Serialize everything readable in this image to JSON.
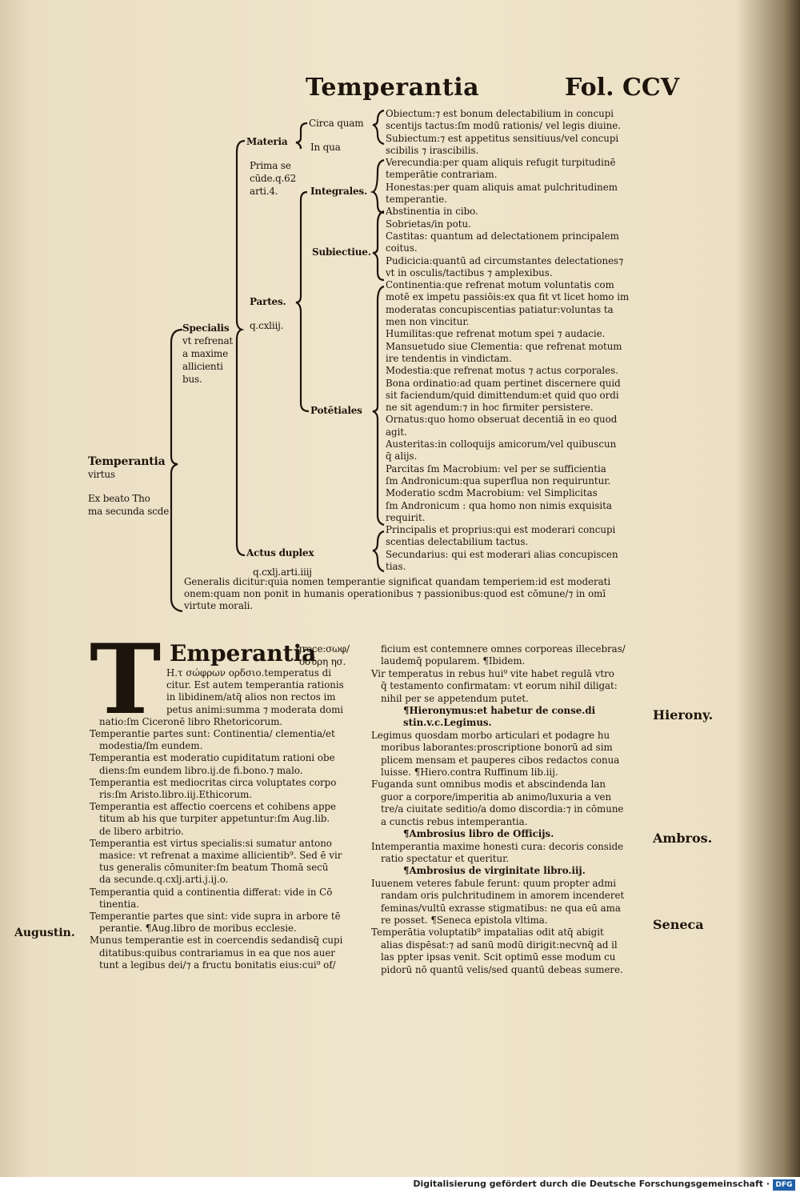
{
  "header": {
    "title": "Temperantia",
    "folio": "Fol. CCV"
  },
  "tree": {
    "root": [
      "Temperantia",
      "virtus",
      "Ex beato Tho",
      "ma secunda scde"
    ],
    "specialis": [
      "Specialis",
      "vt refrenat",
      "a maxime",
      "allicienti",
      "bus."
    ],
    "materia": "Materia",
    "circa_quam": "Circa quam",
    "in_qua": "In qua",
    "prima": [
      "Prima se",
      "cūde.q.62",
      "arti.4."
    ],
    "partes": "Partes.",
    "partes_ref": "q.cxliij.",
    "integrales": "Integrales.",
    "subiectiue": "Subiectiue.",
    "potentiales": "Potētiales",
    "actus": "Actus duplex",
    "actus_ref": "q.cxlj.arti.iiij"
  },
  "right_lines": [
    "Obiectum:⁊ est bonum delectabilium in concupi",
    "scentijs tactus:ſm modū rationis/ vel legis diuine.",
    "Subiectum:⁊ est appetitus sensitiuus/vel concupi",
    "scibilis ⁊ irascibilis.",
    "Verecundia:per quam aliquis refugit turpitudinē",
    "temperātie contrariam.",
    "Honestas:per quam aliquis amat pulchritudinem",
    "temperantie.",
    "Abstinentia in cibo.",
    "Sobrietas/in potu.",
    "Castitas: quantum ad delectationem principalem",
    "coitus.",
    "Pudicicia:quantū ad circumstantes delectationes⁊",
    "vt in osculis/tactibus ⁊ amplexibus.",
    "Continentia:que refrenat motum voluntatis com",
    "motē ex impetu passiōis:ex qua fit vt licet homo im",
    "moderatas concupiscentias patiatur:voluntas ta",
    "men non vincitur.",
    "Humilitas:que refrenat motum spei ⁊ audacie.",
    "Mansuetudo siue Clementia: que refrenat motum",
    "ire tendentis in vindictam.",
    "Modestia:que refrenat motus ⁊ actus corporales.",
    "Bona ordinatio:ad quam pertinet discernere quid",
    "sit faciendum/quid dimittendum:et quid quo ordi",
    "ne sit agendum:⁊ in hoc firmiter persistere.",
    "Ornatus:quo homo obseruat decentiā in eo quod",
    "agit.",
    "Austeritas:in colloquijs amicorum/vel quibuscun",
    "q̄ alijs.",
    "Parcitas ſm Macrobium: vel per se sufficientia",
    "ſm Andronicum:qua superflua non requiruntur.",
    "Moderatio scdm Macrobium: vel Simplicitas",
    "ſm Andronicum : qua homo non nimis exquisita",
    "requirit.",
    "Principalis et proprius:qui est moderari concupi",
    "scentias delectabilium tactus.",
    "Secundarius: qui est moderari alias concupiscen",
    "tias."
  ],
  "generalis": [
    "Generalis dicitur:quia nomen temperantie significat quandam temperiem:id est moderati",
    "onem:quam non ponit in humanis operationibus ⁊ passionibus:quod est cōmune/⁊ in omī",
    "virtute morali."
  ],
  "body": {
    "initial": "T",
    "heading": "Emperantia",
    "greek": [
      "grece:σωφ/",
      "οσύρη ησ."
    ],
    "left_lines": [
      "Η.τ σώφρων ορδσιο.temperatus di",
      "citur. Est autem temperantia rationis",
      "in libidinem/atq̄ alios non rectos im",
      "petus animi:summa ⁊ moderata domi",
      "natio:ſm Ciceronē libro Rhetoricorum.",
      "Temperantie partes sunt: Continentia/ clementia/et",
      "modestia/ſm eundem.",
      "Temperantia est moderatio cupiditatum rationi obe",
      "diens:ſm eundem libro.ij.de fi.bono.⁊ malo.",
      "Temperantia est mediocritas circa voluptates corpo",
      "ris:ſm Aristo.libro.iij.Ethicorum.",
      "Temperantia est affectio coercens et cohibens appe",
      "titum ab his que turpiter appetuntur:ſm Aug.lib.",
      "de libero arbitrio.",
      "Temperantia est virtus specialis:si sumatur antono",
      "masice: vt refrenat a maxime allicientib⁹. Sed ē vir",
      "tus generalis cōmuniter:ſm beatum Thomā secū",
      "da secunde.q.cxlj.arti.j.ij.o.",
      "Temperantia quid a continentia differat: vide in Cō",
      "tinentia.",
      "Temperantie partes que sint: vide supra in arbore tē",
      "perantie.  ¶Aug.libro de moribus ecclesie.",
      "Munus temperantie est in coercendis sedandisq̄ cupi",
      "ditatibus:quibus contrariamus in ea que nos auer",
      "tunt a legibus dei/⁊ a fructu bonitatis eius:cui⁹ of/"
    ],
    "right_lines": [
      "ficium est contemnere omnes corporeas illecebras/",
      "laudemq̄ popularem.          ¶Ibidem.",
      "Vir temperatus in rebus hui⁹ vite habet regulā vtro",
      "q̄ testamento confirmatam: vt eorum nihil diligat:",
      "nihil per se appetendum putet.",
      "¶Hieronymus:et habetur de conse.di",
      "stin.v.c.Legimus.",
      "Legimus quosdam morbo articulari et podagre hu",
      "moribus laborantes:proscriptione bonorū ad sim",
      "plicem mensam et pauperes cibos redactos conua",
      "luisse.  ¶Hiero.contra Ruffinum lib.iij.",
      "Fuganda sunt omnibus modis et abscindenda lan",
      "guor a corpore/imperitia ab animo/luxuria a ven",
      "tre/a ciuitate seditio/a domo discordia:⁊ in cōmune",
      "a cunctis rebus intemperantia.",
      "¶Ambrosius libro de Officijs.",
      "Intemperantia maxime honesti cura: decoris conside",
      "ratio spectatur et queritur.",
      "¶Ambrosius de virginitate libro.iij.",
      "Iuuenem veteres fabule ferunt: quum propter admi",
      "randam oris pulchritudinem in amorem incenderet",
      "feminas/vultū exrasse stigmatibus: ne qua eū ama",
      "re posset.   ¶Seneca epistola vltima.",
      "Temperātia voluptatib⁹ impatalias odit atq̄ abigit",
      "alias dispēsat:⁊ ad sanū modū dirigit:necvnq̄ ad il",
      "las ppter ipsas venit. Scit optimū esse modum cu",
      "pidorū nō quantū velis/sed quantū debeas sumere."
    ]
  },
  "margins": {
    "hieronymus": "Hierony.",
    "ambrosius": "Ambros.",
    "seneca": "Seneca",
    "augustinus": "Augustin."
  },
  "footer": {
    "text": "Digitalisierung gefördert durch die Deutsche Forschungsgemeinschaft ·",
    "logo": "DFG"
  }
}
